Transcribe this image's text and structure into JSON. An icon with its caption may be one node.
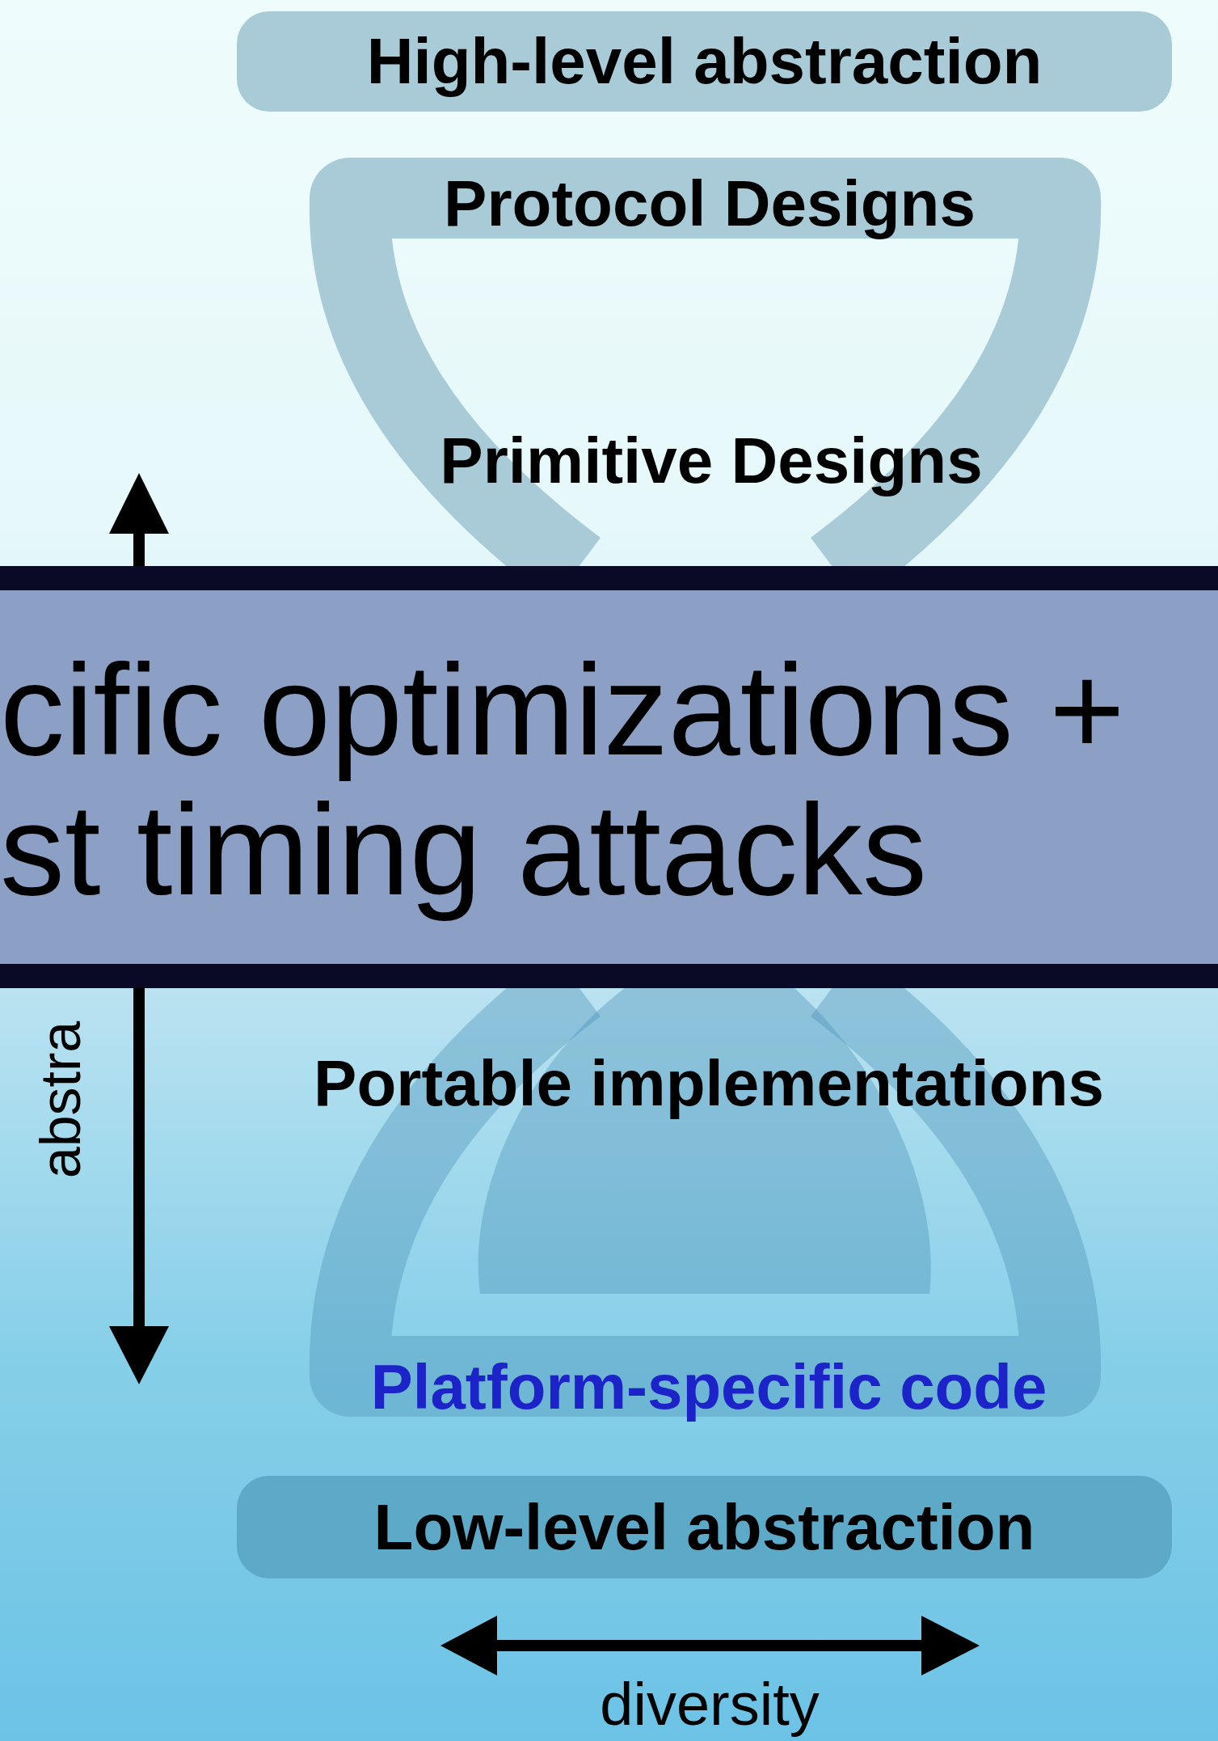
{
  "diagram": {
    "nodes": [
      {
        "text": [
          "High-level abstraction"
        ]
      },
      {
        "text": [
          "Protocol Designs",
          "Primitive Designs"
        ]
      },
      {
        "text": [
          "cific optimizations + st timing attacks"
        ]
      },
      {
        "text": [
          "Portable implementations",
          "Platform-specific code"
        ]
      },
      {
        "text": [
          "Low-level abstraction"
        ]
      }
    ],
    "labels": [
      "abstra",
      "diversity"
    ]
  }
}
